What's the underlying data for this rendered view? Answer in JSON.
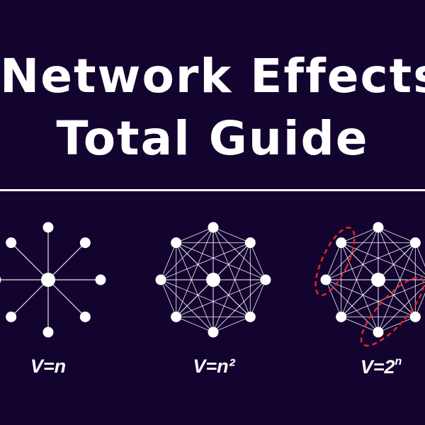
{
  "title": {
    "line1": "Network Effects",
    "line2": "Total Guide"
  },
  "diagrams": [
    {
      "id": "linear",
      "formula": "V=n",
      "type": "star"
    },
    {
      "id": "metcalfe",
      "formula": "V=n²",
      "type": "complete"
    },
    {
      "id": "reed",
      "formula": "V=2",
      "superscript": "n",
      "type": "complete-with-groups"
    }
  ],
  "colors": {
    "background": "#13032f",
    "foreground": "#ffffff",
    "group_outline": "#e0262b"
  }
}
